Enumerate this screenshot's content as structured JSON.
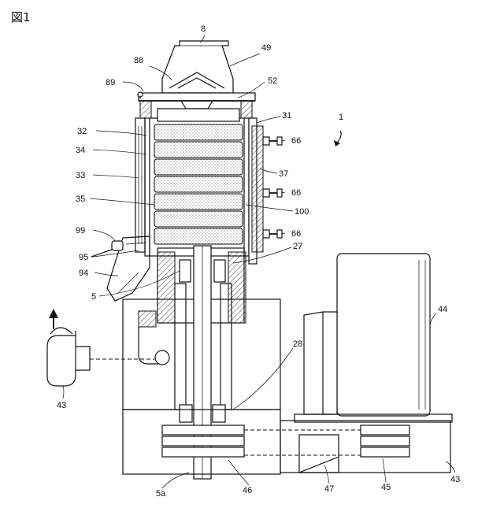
{
  "figure": {
    "title": "図1"
  },
  "labels": {
    "l8": "8",
    "l49": "49",
    "l88": "88",
    "l89": "89",
    "l52": "52",
    "l31": "31",
    "l1": "1",
    "l32": "32",
    "l66a": "66",
    "l34": "34",
    "l37": "37",
    "l33": "33",
    "l66b": "66",
    "l35": "35",
    "l100": "100",
    "l99": "99",
    "l66c": "66",
    "l95": "95",
    "l27": "27",
    "l94": "94",
    "l5": "5",
    "l44": "44",
    "l28": "28",
    "l43a": "43",
    "l5a": "5a",
    "l46": "46",
    "l47": "47",
    "l45": "45",
    "l43b": "43"
  }
}
